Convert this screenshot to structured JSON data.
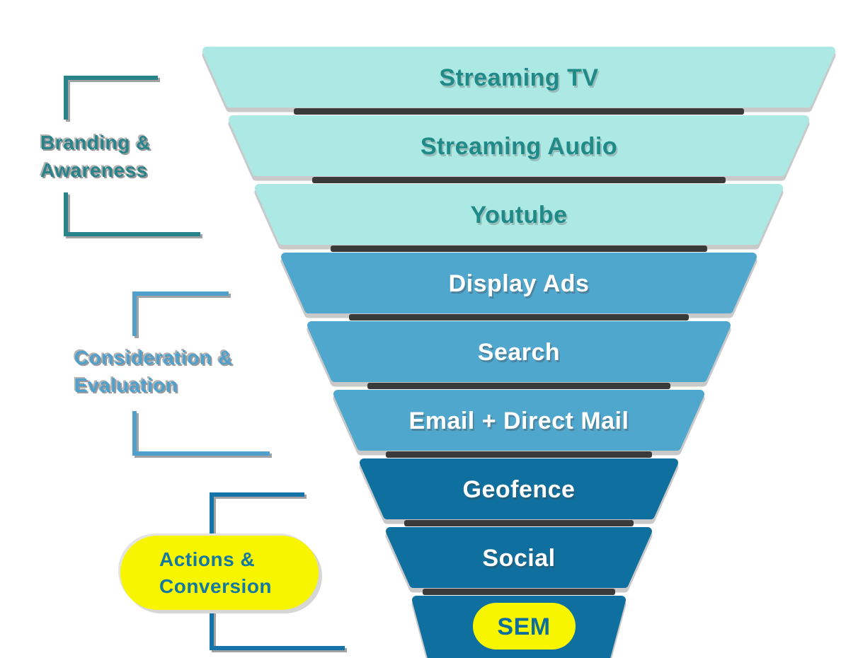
{
  "diagram": {
    "type": "marketing-funnel",
    "palette": {
      "background": "#ffffff",
      "light_teal": "#ace8e4",
      "mid_blue": "#4fa7ce",
      "dark_blue": "#0f70a0",
      "teal_label": "#1f8a87",
      "white_label": "#ffffff",
      "highlight_yellow": "#f8f500",
      "separator_dark": "#3a3a3a",
      "branding_color": "#28848a",
      "consideration_color": "#4fa0cc",
      "actions_bracket_color": "#1474a8",
      "actions_text_color": "#1478a1",
      "sem_text_color": "#0d6e9e"
    }
  },
  "funnel": {
    "segments": [
      {
        "label": "Streaming TV",
        "fill": "#ace8e4",
        "text_color": "#1f8a87"
      },
      {
        "label": "Streaming Audio",
        "fill": "#ace8e4",
        "text_color": "#1f8a87"
      },
      {
        "label": "Youtube",
        "fill": "#ace8e4",
        "text_color": "#1f8a87"
      },
      {
        "label": "Display Ads",
        "fill": "#4fa7ce",
        "text_color": "#ffffff"
      },
      {
        "label": "Search",
        "fill": "#4fa7ce",
        "text_color": "#ffffff"
      },
      {
        "label": "Email + Direct Mail",
        "fill": "#4fa7ce",
        "text_color": "#ffffff"
      },
      {
        "label": "Geofence",
        "fill": "#0f70a0",
        "text_color": "#ffffff"
      },
      {
        "label": "Social",
        "fill": "#0f70a0",
        "text_color": "#ffffff"
      },
      {
        "label": "SEM",
        "fill": "#0f70a0",
        "text_color": "#0d6e9e",
        "badge_fill": "#f8f500"
      }
    ]
  },
  "side_labels": {
    "branding": {
      "line1": "Branding &",
      "line2": "Awareness"
    },
    "consideration": {
      "line1": "Consideration &",
      "line2": "Evaluation"
    },
    "actions": {
      "line1": "Actions &",
      "line2": "Conversion"
    }
  }
}
